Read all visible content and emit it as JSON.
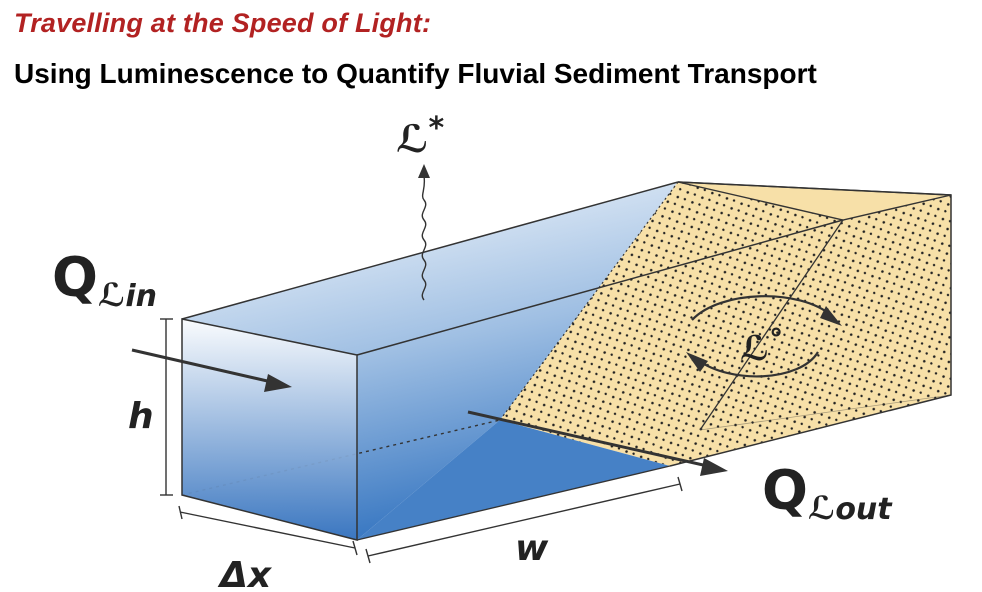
{
  "title": {
    "line1": "Travelling at the Speed of Light:",
    "line2": "Using Luminescence to Quantify Fluvial Sediment Transport"
  },
  "labels": {
    "L_star_symbol": "ℒ",
    "L_star_super": "*",
    "Q_in_main": "Q",
    "Q_in_sub_L": "ℒ",
    "Q_in_sub_text": "in",
    "Q_out_main": "Q",
    "Q_out_sub_L": "ℒ",
    "Q_out_sub_text": "out",
    "L_zero_symbol": "ℒ",
    "L_zero_super": "°",
    "height": "h",
    "width": "w",
    "delta_x": "Δx"
  },
  "colors": {
    "title_red": "#b22222",
    "water_dark": "#3c7ac3",
    "water_light": "#ffffff",
    "sand": "#f7e0a8",
    "outline": "#333333",
    "label": "#222222"
  }
}
